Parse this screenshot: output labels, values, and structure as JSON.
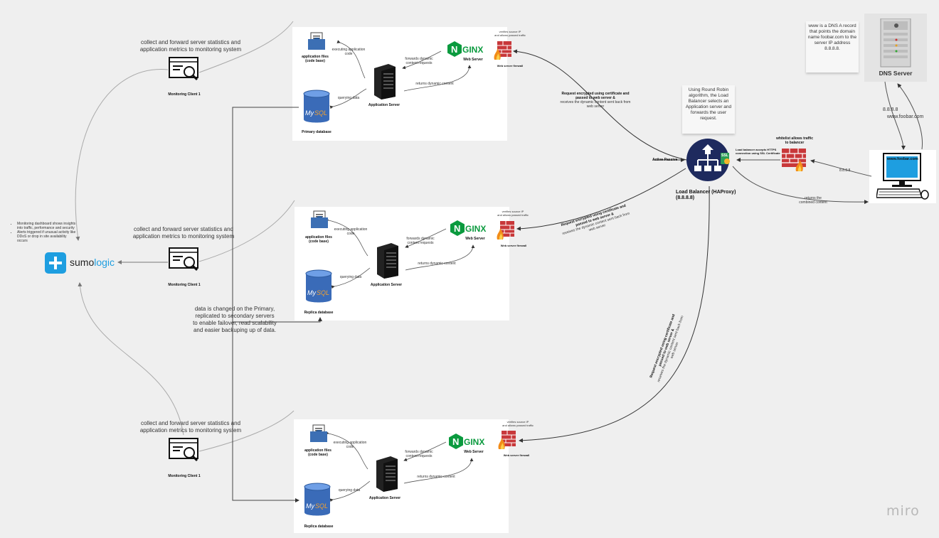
{
  "monitoring": {
    "collect_text_1": "collect and forward server statistics and",
    "collect_text_2": "application metrics to monitoring system",
    "client_label": "Monitoring Client 1"
  },
  "sumologic": {
    "logo_text_a": "sumo",
    "logo_text_b": "logic",
    "bullet_1": "Monitoring dashboard shows insights into traffic, performance and security",
    "bullet_2": "Alerts triggered if unusual activity like DDoS or drop in site availability occurs"
  },
  "server_block": {
    "app_files_1": "application files",
    "app_files_2": "(code base)",
    "executing_1": "executing application",
    "executing_2": "code",
    "forwards_1": "forwards dynamic",
    "forwards_2": "content requests",
    "returns": "returns dynamic content",
    "querying": "querying data",
    "app_server": "Application Server",
    "web_server": "Web Server",
    "nginx": "NGINX",
    "firewall_note_1": "verifies source IP",
    "firewall_note_2": "and allows passed traffic",
    "firewall_label": "Web server firewall",
    "primary_db": "Primary database",
    "replica_db": "Replica database",
    "mysql": "My"
  },
  "replication": {
    "line_1": "data is changed on the Primary,",
    "line_2": "replicated to secondary servers",
    "line_3": "to enable failover, read scalability",
    "line_4": "and easier backuping up of data."
  },
  "request_text": {
    "bold_1": "Request encrypted using certificate and",
    "bold_2": "passed to web server &",
    "normal_1": "receives the dynamic content sent back from",
    "normal_2": "web server"
  },
  "load_balancer": {
    "title_1": "Load Balancer (HAProxy)",
    "title_2": "(8.8.8.8)",
    "active_passive": "Active-Passive",
    "ssl_note_1": "Load balancer accepts HTTPS",
    "ssl_note_2": "connection using SSL Certificate",
    "ssl_badge": "SSL",
    "round_robin": "Using Round Robin algorithm, the Load Balancer selects an Application server and forwards the user request."
  },
  "whitelist": {
    "line_1": "whitelist allows traffic",
    "line_2": "to balancer"
  },
  "client": {
    "screen_text": "www.foobar.com",
    "ip_edge": "8.8.8.8",
    "returns_1": "returns the",
    "returns_2": "combined content"
  },
  "dns": {
    "note": "www is a DNS A record that points the domain name foobar.com to the server IP address 8.8.8.8.",
    "label": "DNS Server",
    "ip": "8.8.8.8",
    "domain": "www.foobar.com"
  },
  "brand": {
    "miro": "miro"
  },
  "colors": {
    "canvas": "#efefef",
    "nginx_green": "#0a9a3e",
    "firewall_red": "#c8383a",
    "sumo_blue": "#1e9ee0",
    "lb_navy": "#1e2a5e"
  }
}
